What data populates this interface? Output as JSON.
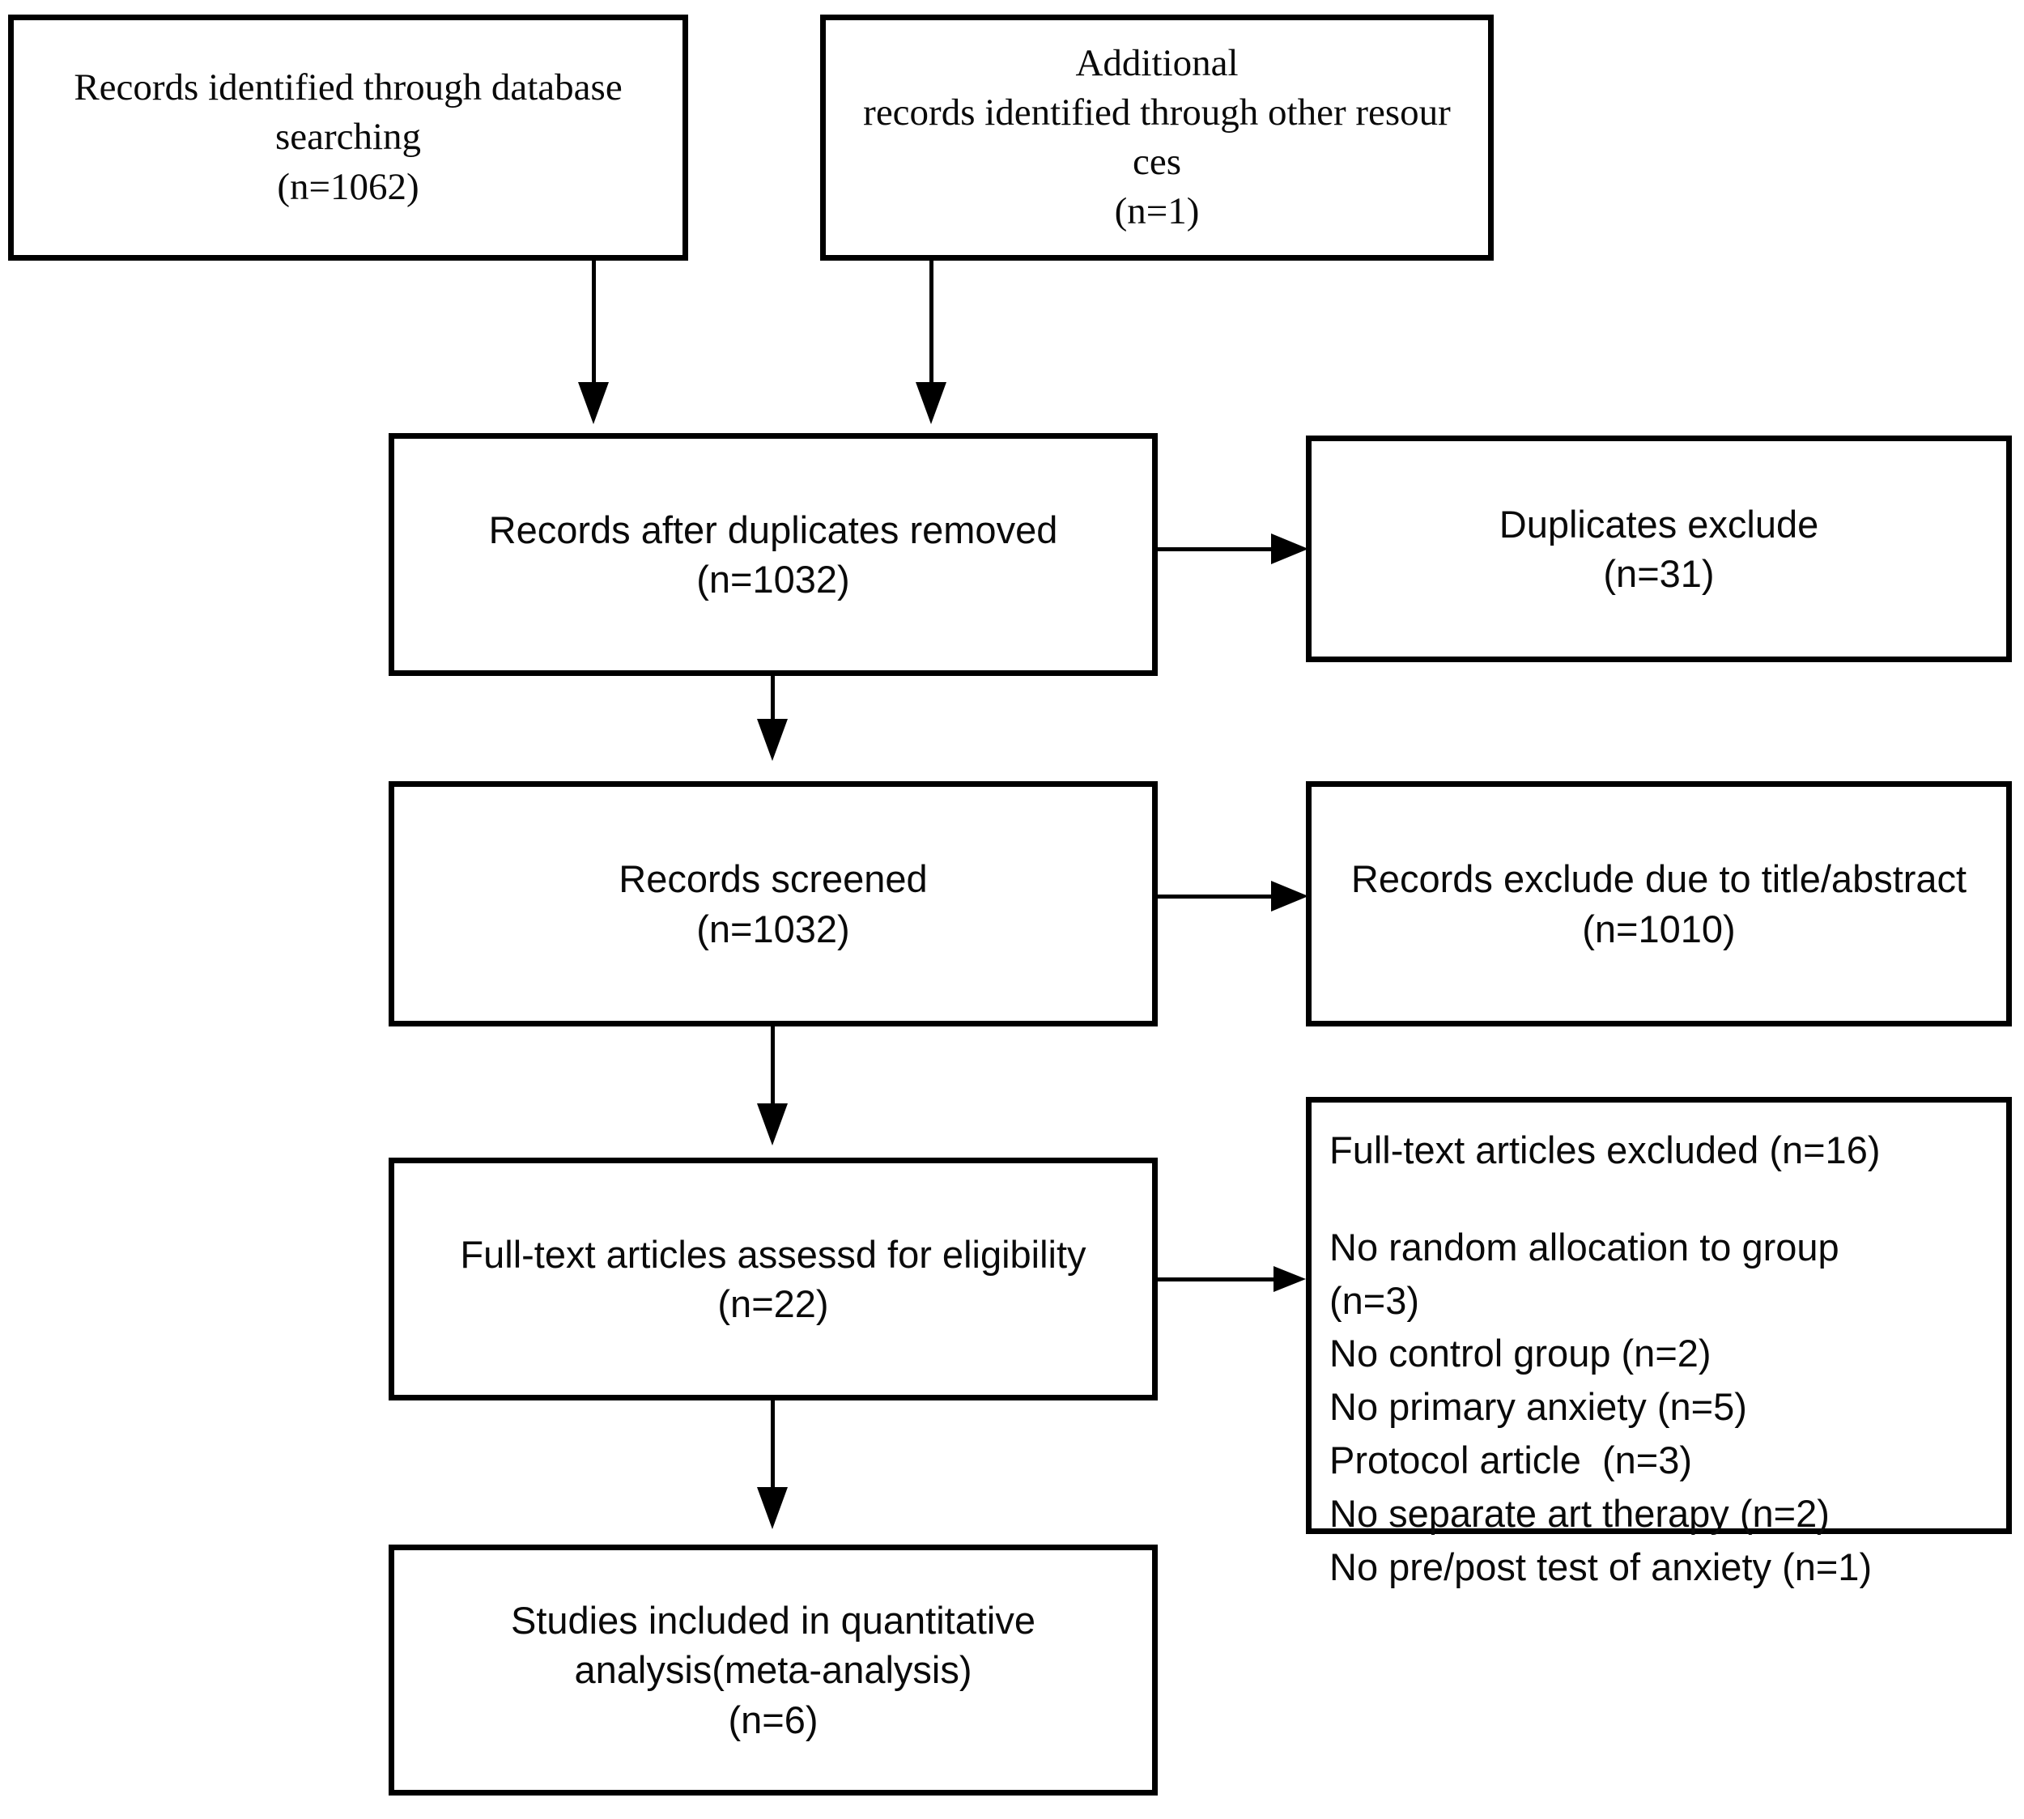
{
  "diagram": {
    "type": "prisma-flow-diagram",
    "boxes": {
      "database_search": {
        "line1": "Records identified through database",
        "line2": "searching",
        "line3": "(n=1062)",
        "n": 1062
      },
      "other_sources": {
        "line1": "Additional",
        "line2": "records identified through other resour",
        "line3": "ces",
        "line4": "(n=1)",
        "n": 1
      },
      "duplicates_removed": {
        "line1": "Records after duplicates removed",
        "line2": "(n=1032)",
        "n": 1032
      },
      "duplicates_excluded": {
        "line1": "Duplicates exclude",
        "line2": "(n=31)",
        "n": 31
      },
      "records_screened": {
        "line1": "Records screened",
        "line2": "(n=1032)",
        "n": 1032
      },
      "records_excluded": {
        "line1": "Records exclude due to title/abstract",
        "line2": "(n=1010)",
        "n": 1010
      },
      "fulltext_assessed": {
        "line1": "Full-text articles assessd for eligibility",
        "line2": "(n=22)",
        "n": 22
      },
      "fulltext_excluded": {
        "header": "Full-text articles excluded (n=16)",
        "n": 16,
        "reason1": "No random allocation to group",
        "reason1b": "(n=3)",
        "reason2": "No control group (n=2)",
        "reason3": "No primary anxiety (n=5)",
        "reason4": "Protocol article  (n=3)",
        "reason5": "No separate art therapy (n=2)",
        "reason6": "No pre/post test of anxiety (n=1)",
        "reasons_counts": {
          "no_random_allocation_to_group": 3,
          "no_control_group": 2,
          "no_primary_anxiety": 5,
          "protocol_article": 3,
          "no_separate_art_therapy": 2,
          "no_pre_post_test_of_anxiety": 1
        }
      },
      "studies_included": {
        "line1": "Studies included in quantitative",
        "line2": "analysis(meta-analysis)",
        "line3": "(n=6)",
        "n": 6
      }
    },
    "colors": {
      "border": "#000000",
      "text": "#0a0a0a",
      "background": "#ffffff"
    }
  }
}
